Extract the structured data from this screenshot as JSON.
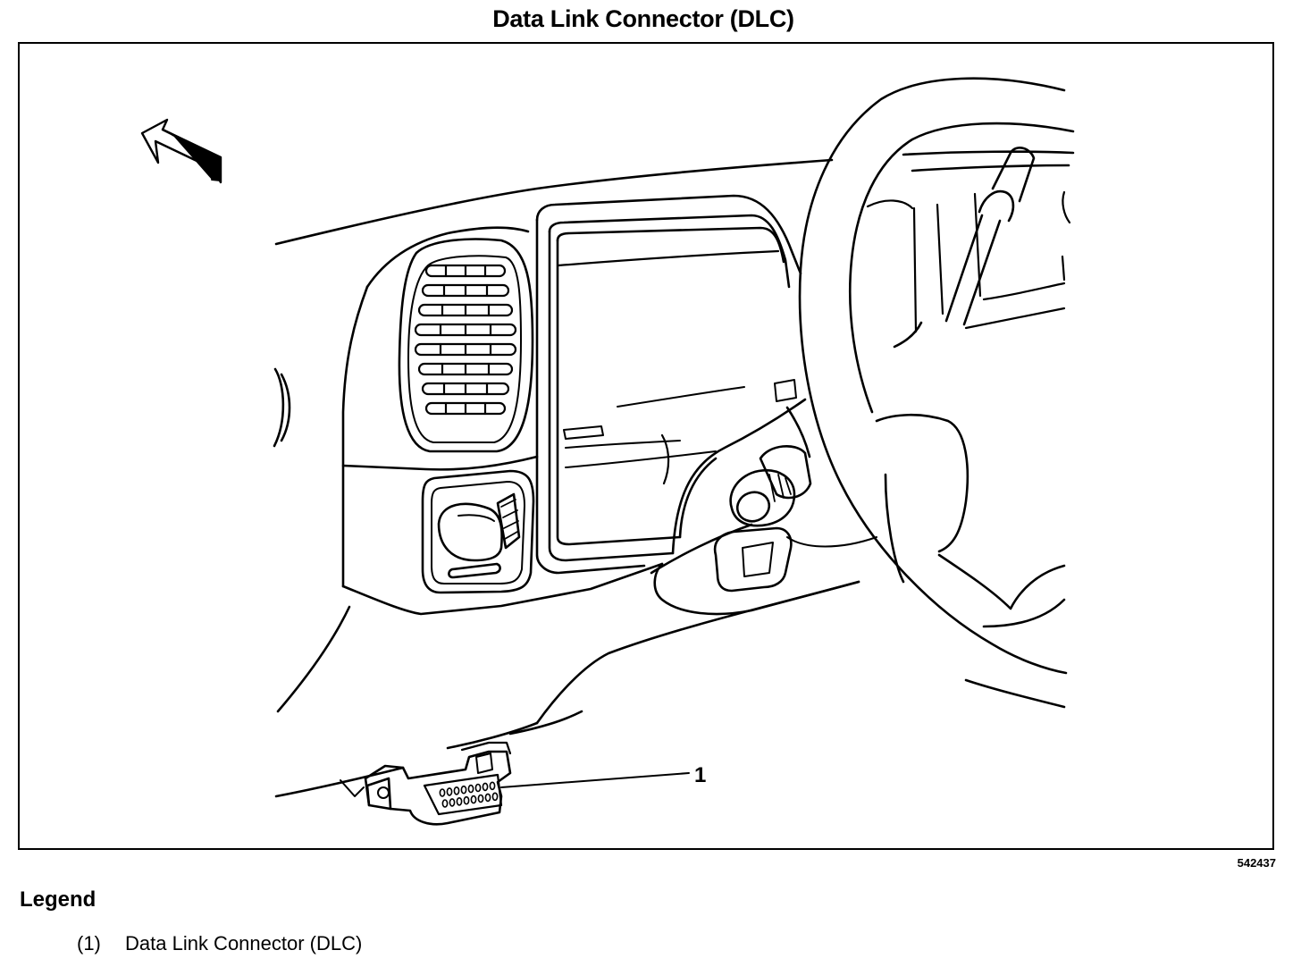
{
  "title": "Data Link Connector (DLC)",
  "figure": {
    "id_code": "542437",
    "callouts": [
      {
        "label": "1",
        "target": "data-link-connector"
      }
    ],
    "direction_arrow_icon": "forward-arrow-icon"
  },
  "legend": {
    "heading": "Legend",
    "items": [
      {
        "number": "(1)",
        "text": "Data Link Connector (DLC)"
      }
    ]
  }
}
